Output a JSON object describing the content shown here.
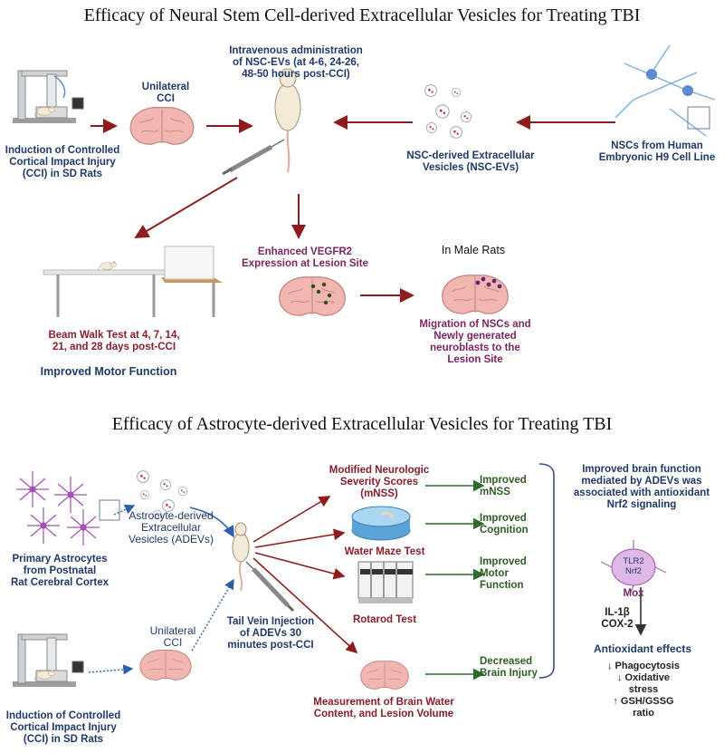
{
  "top": {
    "title": "Efficacy of Neural Stem Cell-derived Extracellular Vesicles for Treating TBI",
    "induction": "Induction of Controlled\nCortical Impact Injury\n(CCI) in SD Rats",
    "unilateral": "Unilateral\nCCI",
    "iv": "Intravenous administration\nof NSC-EVs (at 4-6, 24-26,\n48-50 hours post-CCI)",
    "nsc_ev": "NSC-derived Extracellular\nVesicles (NSC-EVs)",
    "nsc_source": "NSCs from Human\nEmbryonic H9 Cell Line",
    "vegfr2": "Enhanced VEGFR2\nExpression at Lesion Site",
    "male": "In Male Rats",
    "migration": "Migration of NSCs and\nNewly generated\nneuroblasts to the\nLesion Site",
    "beam": "Beam Walk Test at 4, 7, 14,\n21, and 28 days post-CCI",
    "motor": "Improved Motor Function"
  },
  "bottom": {
    "title": "Efficacy of Astrocyte-derived Extracellular Vesicles for Treating TBI",
    "astro_source": "Primary Astrocytes\nfrom Postnatal\nRat Cerebral Cortex",
    "adev": "Astrocyte-derived\nExtracellular\nVesicles (ADEVs)",
    "unilateral": "Unilateral\nCCI",
    "induction": "Induction of Controlled\nCortical Impact Injury\n(CCI) in SD Rats",
    "tail": "Tail Vein Injection\nof ADEVs 30\nminutes post-CCI",
    "mnss": "Modified Neurologic\nSeverity Scores\n(mNSS)",
    "water_maze": "Water Maze Test",
    "rotarod": "Rotarod Test",
    "brain_water": "Measurement of Brain Water\nContent, and Lesion Volume",
    "out_mnss": "Improved\nmNSS",
    "out_cognition": "Improved\nCognition",
    "out_motor": "Improved\nMotor\nFunction",
    "out_injury": "Decreased\nBrain Injury",
    "nrf2_text": "Improved brain function\nmediated by ADEVs was\nassociated with antioxidant\nNrf2 signaling",
    "tlr2": "TLR2",
    "nrf2": "Nrf2",
    "mox": "Mox",
    "il": "IL-1β\nCOX-2",
    "antiox_title": "Antioxidant effects",
    "antiox_list": "↓ Phagocytosis\n↓ Oxidative\nstress\n↑ GSH/GSSG\nratio"
  },
  "colors": {
    "navy": "#1f3a6b",
    "maroon": "#8a1f2b",
    "purple": "#7d2563",
    "green": "#2e5e24",
    "brain": "#f1b6b0",
    "arrow_red": "#8e1c1c",
    "arrow_blue": "#2f5ea8",
    "arrow_green": "#2e6a2e"
  }
}
